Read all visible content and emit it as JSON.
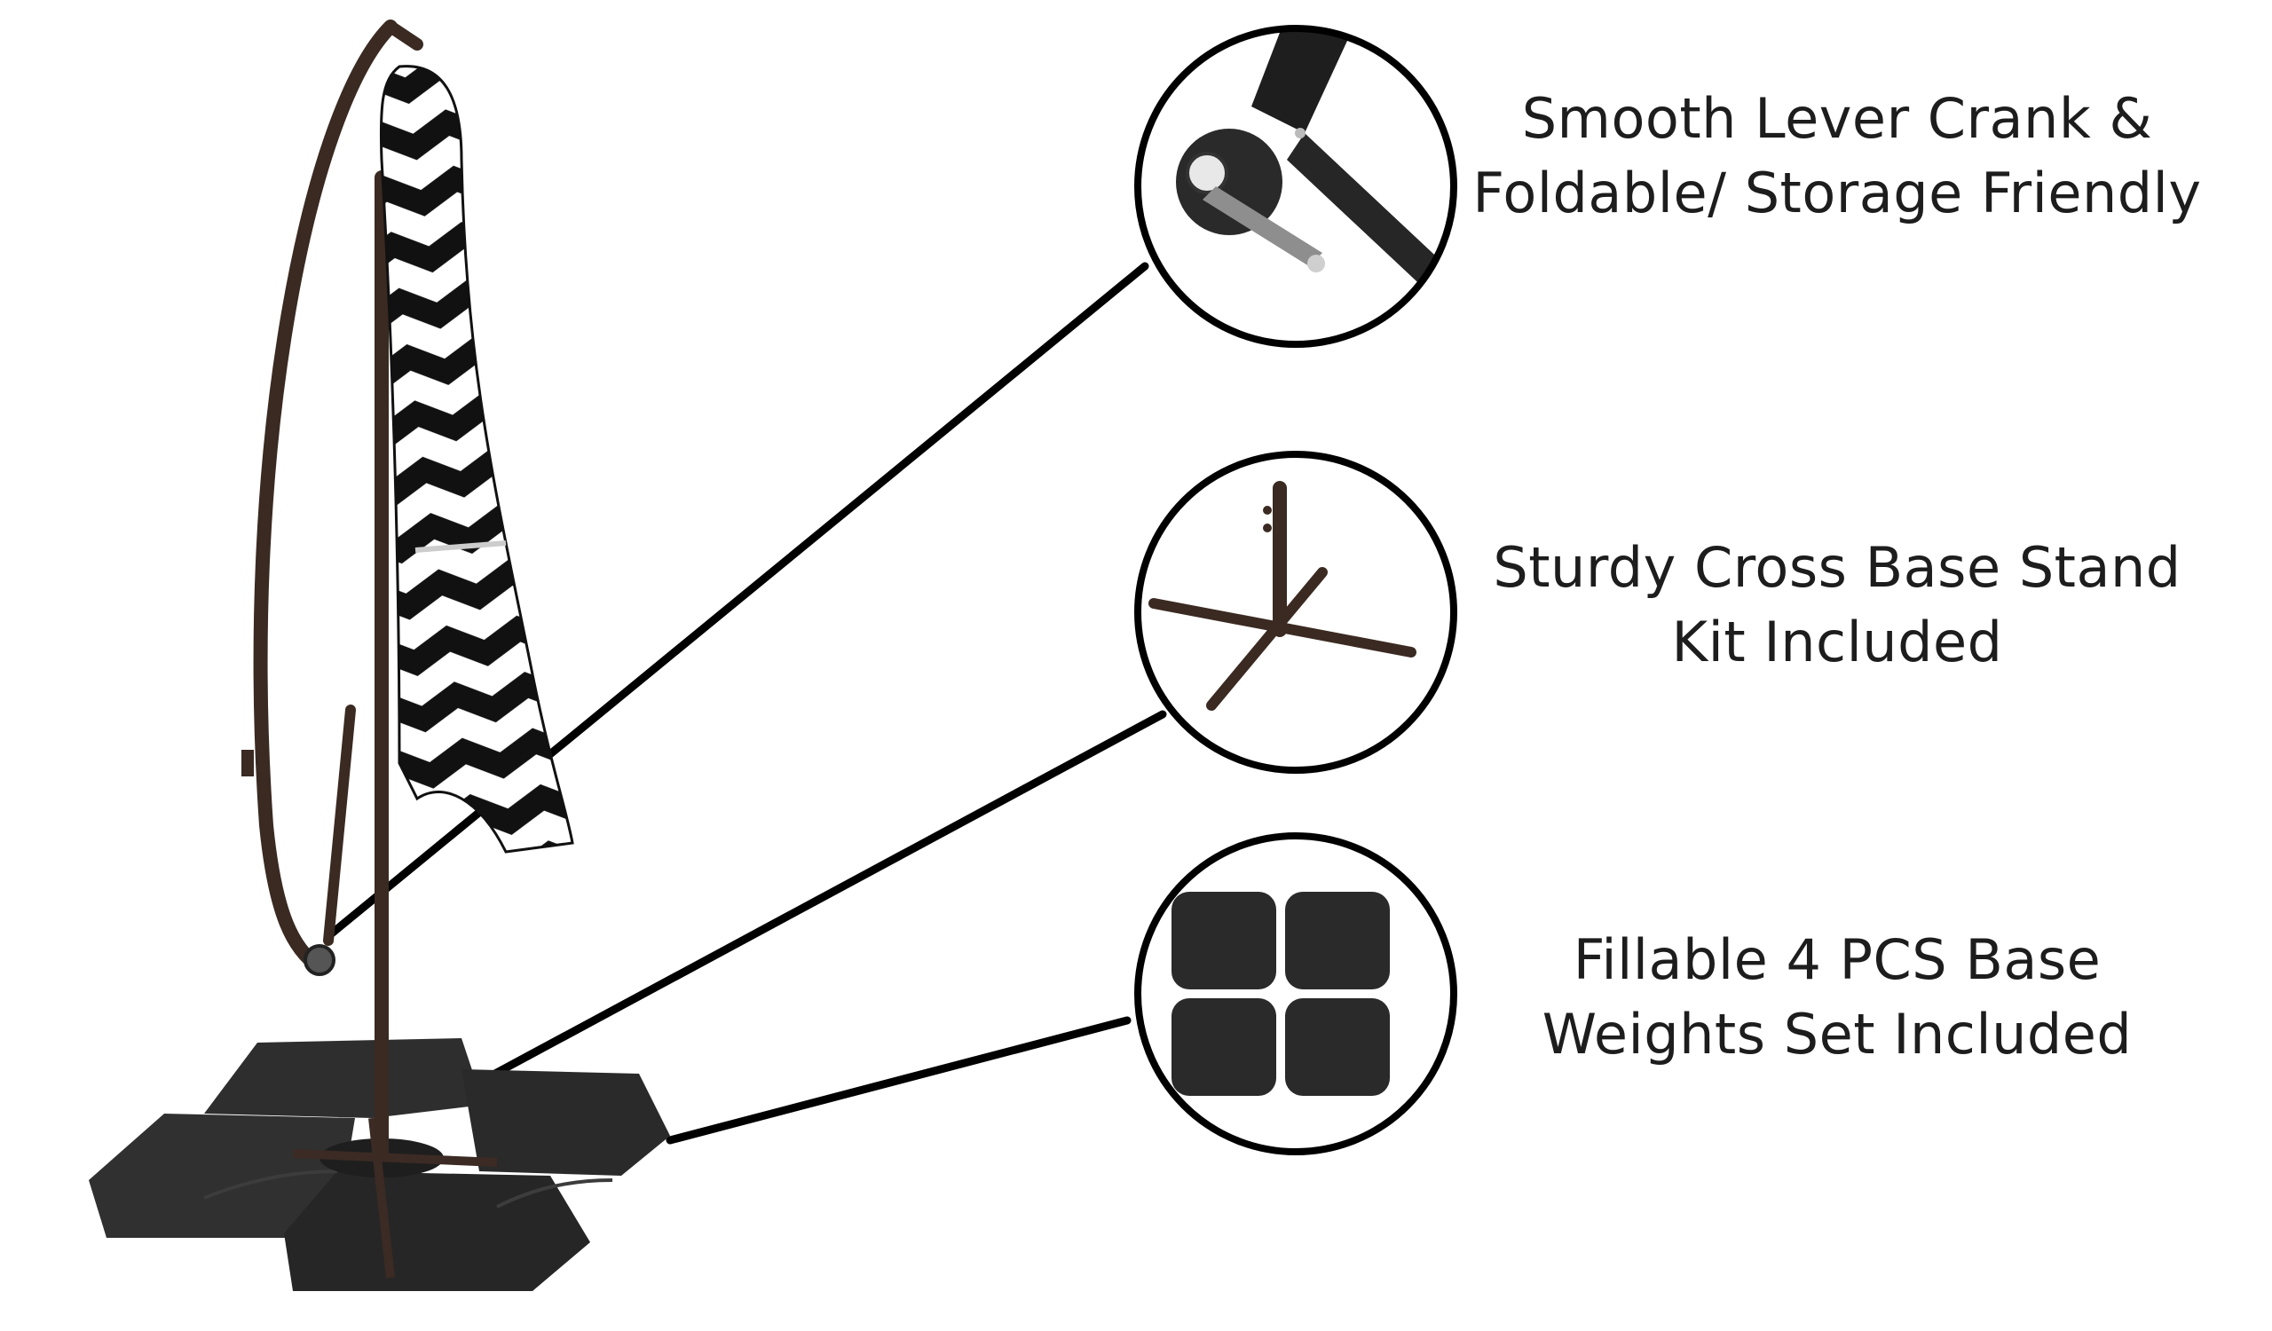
{
  "features": [
    {
      "line1": "Smooth Lever Crank &",
      "line2": "Foldable/ Storage Friendly",
      "icon": "lever-crank-closeup"
    },
    {
      "line1": "Sturdy Cross Base Stand",
      "line2": "Kit Included",
      "icon": "cross-base-stand"
    },
    {
      "line1": "Fillable 4 PCS Base",
      "line2": "Weights Set Included",
      "icon": "base-weights-set"
    }
  ],
  "colors": {
    "text": "#1d1d1d",
    "stripe_dark": "#111111",
    "stripe_light": "#ffffff",
    "pole": "#3a2a22",
    "base": "#2b2b2b",
    "callout_line": "#000000"
  }
}
